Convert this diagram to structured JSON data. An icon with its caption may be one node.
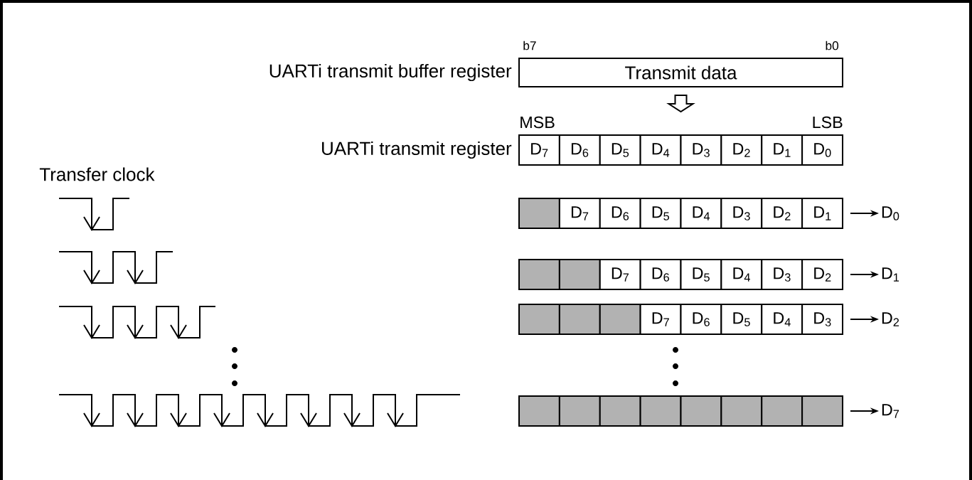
{
  "diagram": {
    "nodes": [
      {
        "text": [
          "Transmit data"
        ],
        "beside": [
          "UARTi transmit buffer register"
        ]
      },
      {
        "text": [],
        "shape": "box",
        "beside": [
          "UARTi transmit register"
        ]
      },
      {
        "text": [
          "D$_{7}$"
        ],
        "in": 1
      },
      {
        "text": [
          "D$_{6}$"
        ],
        "in": 1
      },
      {
        "text": [
          "D$_{5}$"
        ],
        "in": 1
      },
      {
        "text": [
          "D$_{4}$"
        ],
        "in": 1
      },
      {
        "text": [
          "D$_{3}$"
        ],
        "in": 1
      },
      {
        "text": [
          "D$_{2}$"
        ],
        "in": 1
      },
      {
        "text": [
          "D$_{1}$"
        ],
        "in": 1
      },
      {
        "text": [
          "D$_{0}$"
        ],
        "in": 1
      },
      {
        "text": [],
        "shape": "box"
      },
      {
        "text": [],
        "shape": "box",
        "in": 10
      },
      {
        "text": [
          "D$_{7}$"
        ],
        "in": 10
      },
      {
        "text": [
          "D$_{6}$"
        ],
        "in": 10
      },
      {
        "text": [
          "D$_{5}$"
        ],
        "in": 10
      },
      {
        "text": [
          "D$_{4}$"
        ],
        "in": 10
      },
      {
        "text": [
          "D$_{3}$"
        ],
        "in": 10
      },
      {
        "text": [
          "D$_{2}$"
        ],
        "in": 10
      },
      {
        "text": [
          "D$_{1}$"
        ],
        "in": 10
      },
      {
        "text": [
          "D$_{0}$"
        ]
      },
      {
        "text": [],
        "shape": "box"
      },
      {
        "text": [],
        "shape": "box",
        "in": 20
      },
      {
        "text": [],
        "shape": "box",
        "in": 20
      },
      {
        "text": [
          "D$_{7}$"
        ],
        "in": 20
      },
      {
        "text": [
          "D$_{6}$"
        ],
        "in": 20
      },
      {
        "text": [
          "D$_{5}$"
        ],
        "in": 20
      },
      {
        "text": [
          "D$_{4}$"
        ],
        "in": 20
      },
      {
        "text": [
          "D$_{3}$"
        ],
        "in": 20
      },
      {
        "text": [
          "D$_{2}$"
        ],
        "in": 20
      },
      {
        "text": [
          "D$_{1}$"
        ]
      },
      {
        "text": [],
        "shape": "box"
      },
      {
        "text": [],
        "shape": "box",
        "in": 30
      },
      {
        "text": [],
        "shape": "box",
        "in": 30
      },
      {
        "text": [],
        "shape": "box",
        "in": 30
      },
      {
        "text": [
          "D$_{7}$"
        ],
        "in": 30
      },
      {
        "text": [
          "D$_{6}$"
        ],
        "in": 30
      },
      {
        "text": [
          "D$_{5}$"
        ],
        "in": 30
      },
      {
        "text": [
          "D$_{4}$"
        ],
        "in": 30
      },
      {
        "text": [
          "D$_{3}$"
        ],
        "in": 30
      },
      {
        "text": [
          "D$_{2}$"
        ]
      },
      {
        "text": [],
        "shape": "box"
      },
      {
        "text": [],
        "shape": "box",
        "in": 40
      },
      {
        "text": [],
        "shape": "box",
        "in": 40
      },
      {
        "text": [],
        "shape": "box",
        "in": 40
      },
      {
        "text": [],
        "shape": "box",
        "in": 40
      },
      {
        "text": [],
        "shape": "box",
        "in": 40
      },
      {
        "text": [],
        "shape": "box",
        "in": 40
      },
      {
        "text": [],
        "shape": "box",
        "in": 40
      },
      {
        "text": [],
        "shape": "box",
        "in": 40
      },
      {
        "text": [
          "D$_{7}$"
        ]
      }
    ],
    "edges": [
      {
        "from": 0,
        "to": 1,
        "arrow": "to"
      },
      {
        "from": 10,
        "to": 19,
        "arrow": "to"
      },
      {
        "from": 20,
        "to": 29,
        "arrow": "to"
      },
      {
        "from": 30,
        "to": 39,
        "arrow": "to"
      },
      {
        "from": 40,
        "to": 49,
        "arrow": "to"
      }
    ],
    "labels": [
      "b7",
      "b0",
      "MSB",
      "LSB",
      "Transfer clock"
    ]
  }
}
